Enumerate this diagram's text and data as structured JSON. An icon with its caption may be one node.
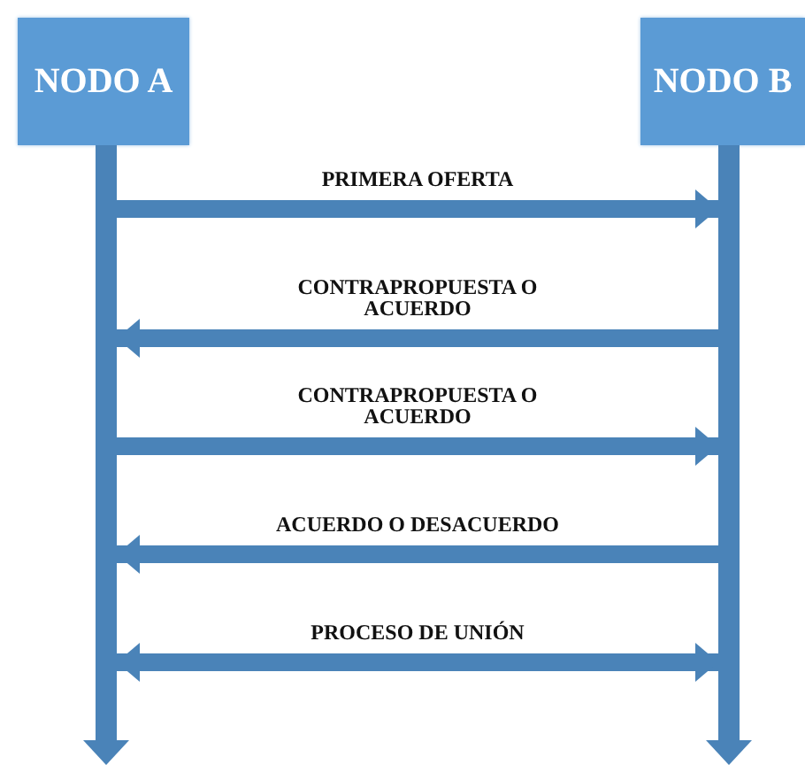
{
  "diagram": {
    "nodes": [
      {
        "text": [
          "NODO A"
        ]
      },
      {
        "text": [
          "NODO B"
        ]
      },
      {
        "text": [],
        "shape": "bar"
      },
      {
        "text": [],
        "shape": "bar"
      }
    ],
    "edges": [
      {
        "from": 2,
        "to": 3,
        "arrow": "to",
        "label": "PRIMERA OFERTA"
      },
      {
        "from": 3,
        "to": 2,
        "arrow": "to",
        "label": "CONTRAPROPUESTA O ACUERDO"
      },
      {
        "from": 2,
        "to": 3,
        "arrow": "to",
        "label": "CONTRAPROPUESTA O ACUERDO"
      },
      {
        "from": 3,
        "to": 2,
        "arrow": "to",
        "label": "ACUERDO O DESACUERDO"
      },
      {
        "from": 2,
        "to": 3,
        "arrow": "both",
        "label": "PROCESO DE UNIÓN"
      }
    ]
  }
}
